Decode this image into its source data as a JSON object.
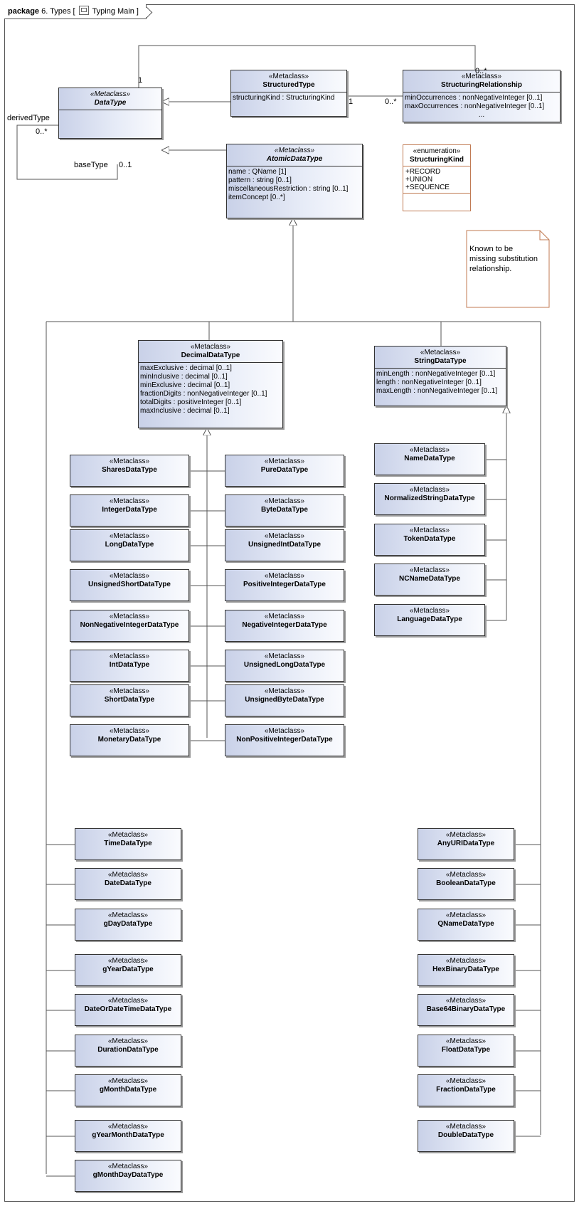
{
  "frame": {
    "keyword": "package",
    "name": "6. Types",
    "diagram_name": "Typing Main",
    "bracket_open": "[",
    "bracket_close": "]"
  },
  "top_classes": {
    "datatype": {
      "stereotype": "«Metaclass»",
      "name": "DataType"
    },
    "structuredtype": {
      "stereotype": "«Metaclass»",
      "name": "StructuredType",
      "attrs": [
        "structuringKind : StructuringKind"
      ]
    },
    "structuringrelationship": {
      "stereotype": "«Metaclass»",
      "name": "StructuringRelationship",
      "attrs": [
        "minOccurrences : nonNegativeInteger [0..1]",
        "maxOccurrences : nonNegativeInteger [0..1]",
        "..."
      ]
    },
    "atomicdatatype": {
      "stereotype": "«Metaclass»",
      "name": "AtomicDataType",
      "attrs": [
        "name : QName [1]",
        "pattern : string [0..1]",
        "miscellaneousRestriction : string [0..1]",
        "itemConcept [0..*]"
      ]
    },
    "structuringkind": {
      "stereotype": "«enumeration»",
      "name": "StructuringKind",
      "literals": [
        "+RECORD",
        "+UNION",
        "+SEQUENCE"
      ]
    },
    "decimaldatatype": {
      "stereotype": "«Metaclass»",
      "name": "DecimalDataType",
      "attrs": [
        "maxExclusive : decimal [0..1]",
        "minInclusive : decimal [0..1]",
        "minExclusive : decimal [0..1]",
        "fractionDigits : nonNegativeInteger [0..1]",
        "totalDigits : positiveInteger [0..1]",
        "maxInclusive : decimal [0..1]"
      ]
    },
    "stringdatatype": {
      "stereotype": "«Metaclass»",
      "name": "StringDataType",
      "attrs": [
        "minLength : nonNegativeInteger [0..1]",
        "length : nonNegativeInteger [0..1]",
        "maxLength : nonNegativeInteger [0..1]"
      ]
    }
  },
  "labels": {
    "derived_type": "derivedType",
    "derived_mult": "0..*",
    "base_type": "baseType",
    "base_mult": "0..1",
    "self_one": "1",
    "rel_one": "1",
    "rel_many": "0..*",
    "top_many": "0..*"
  },
  "note": {
    "text": "Known to be missing substitution relationship."
  },
  "stereotype": "«Metaclass»",
  "decimal_left": [
    "SharesDataType",
    "IntegerDataType",
    "LongDataType",
    "UnsignedShortDataType",
    "NonNegativeIntegerDataType",
    "IntDataType",
    "ShortDataType",
    "MonetaryDataType"
  ],
  "decimal_right": [
    "PureDataType",
    "ByteDataType",
    "UnsignedIntDataType",
    "PositiveIntegerDataType",
    "NegativeIntegerDataType",
    "UnsignedLongDataType",
    "UnsignedByteDataType",
    "NonPositiveIntegerDataType"
  ],
  "string_children": [
    "NameDataType",
    "NormalizedStringDataType",
    "TokenDataType",
    "NCNameDataType",
    "LanguageDataType"
  ],
  "atomic_left": [
    "TimeDataType",
    "DateDataType",
    "gDayDataType",
    "gYearDataType",
    "DateOrDateTimeDataType",
    "DurationDataType",
    "gMonthDataType",
    "gYearMonthDataType",
    "gMonthDayDataType"
  ],
  "atomic_right": [
    "AnyURIDataType",
    "BooleanDataType",
    "QNameDataType",
    "HexBinaryDataType",
    "Base64BinaryDataType",
    "FloatDataType",
    "FractionDataType",
    "DoubleDataType"
  ]
}
